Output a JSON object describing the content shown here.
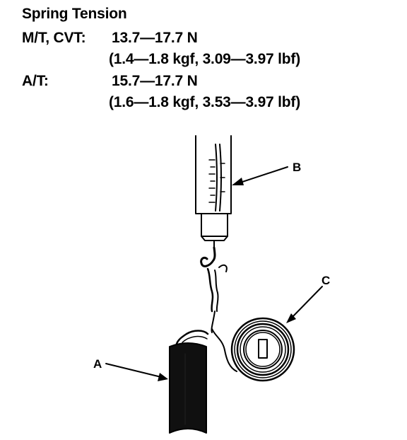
{
  "spec": {
    "title": "Spring Tension",
    "mt_cvt": {
      "label": "M/T, CVT:",
      "value": "13.7—17.7 N",
      "conversion": "(1.4—1.8 kgf, 3.09—3.97 lbf)"
    },
    "at": {
      "label": "A/T:",
      "value": "15.7—17.7 N",
      "conversion": "(1.6—1.8 kgf, 3.53—3.97 lbf)"
    }
  },
  "callouts": {
    "a": "A",
    "b": "B",
    "c": "C"
  }
}
